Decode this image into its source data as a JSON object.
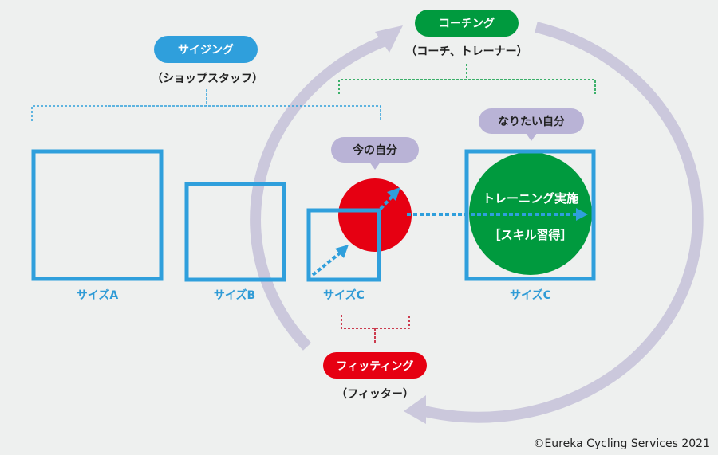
{
  "coaching": {
    "label": "コーチング",
    "sub": "（コーチ、トレーナー）",
    "color": "#009a3e"
  },
  "sizing": {
    "label": "サイジング",
    "sub": "（ショップスタッフ）",
    "color": "#2f9fdc"
  },
  "fitting": {
    "label": "フィッティング",
    "sub": "（フィッター）",
    "color": "#e60012"
  },
  "bubbles": {
    "current_self": "今の自分",
    "ideal_self": "なりたい自分"
  },
  "sizes": [
    "サイズA",
    "サイズB",
    "サイズC",
    "サイズC"
  ],
  "training": {
    "line1": "トレーニング実施",
    "line2": "［スキル習得］"
  },
  "copyright": "©Eureka Cycling Services 2021"
}
